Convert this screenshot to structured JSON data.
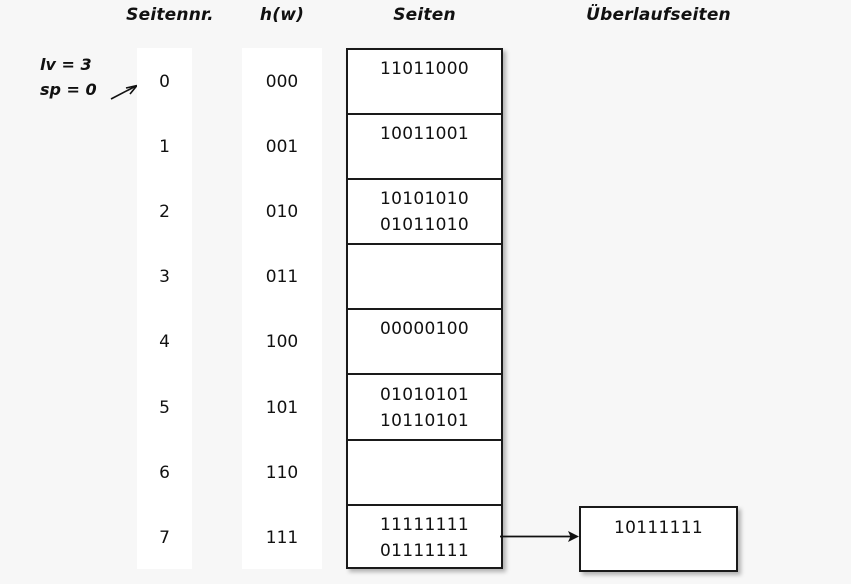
{
  "headers": {
    "seitennr": "Seitennr.",
    "hw": "h(w)",
    "seiten": "Seiten",
    "ueberlaufseiten": "Überlaufseiten"
  },
  "params": {
    "lv": "lv = 3",
    "sp": "sp = 0",
    "arrow_icon": "arrow-right-icon"
  },
  "rows": [
    {
      "seitennr": "0",
      "hw": "000",
      "seiten": [
        "11011000"
      ]
    },
    {
      "seitennr": "1",
      "hw": "001",
      "seiten": [
        "10011001"
      ]
    },
    {
      "seitennr": "2",
      "hw": "010",
      "seiten": [
        "10101010",
        "01011010"
      ]
    },
    {
      "seitennr": "3",
      "hw": "011",
      "seiten": []
    },
    {
      "seitennr": "4",
      "hw": "100",
      "seiten": [
        "00000100"
      ]
    },
    {
      "seitennr": "5",
      "hw": "101",
      "seiten": [
        "01010101",
        "10110101"
      ]
    },
    {
      "seitennr": "6",
      "hw": "110",
      "seiten": []
    },
    {
      "seitennr": "7",
      "hw": "111",
      "seiten": [
        "11111111",
        "01111111"
      ]
    }
  ],
  "overflow": {
    "row_index": "7",
    "lines": [
      "10111111"
    ],
    "arrow_icon": "arrow-right-icon"
  },
  "colors": {
    "background": "#f7f7f7",
    "panel": "#ffffff",
    "border": "#1a1a1a",
    "text": "#111111"
  }
}
